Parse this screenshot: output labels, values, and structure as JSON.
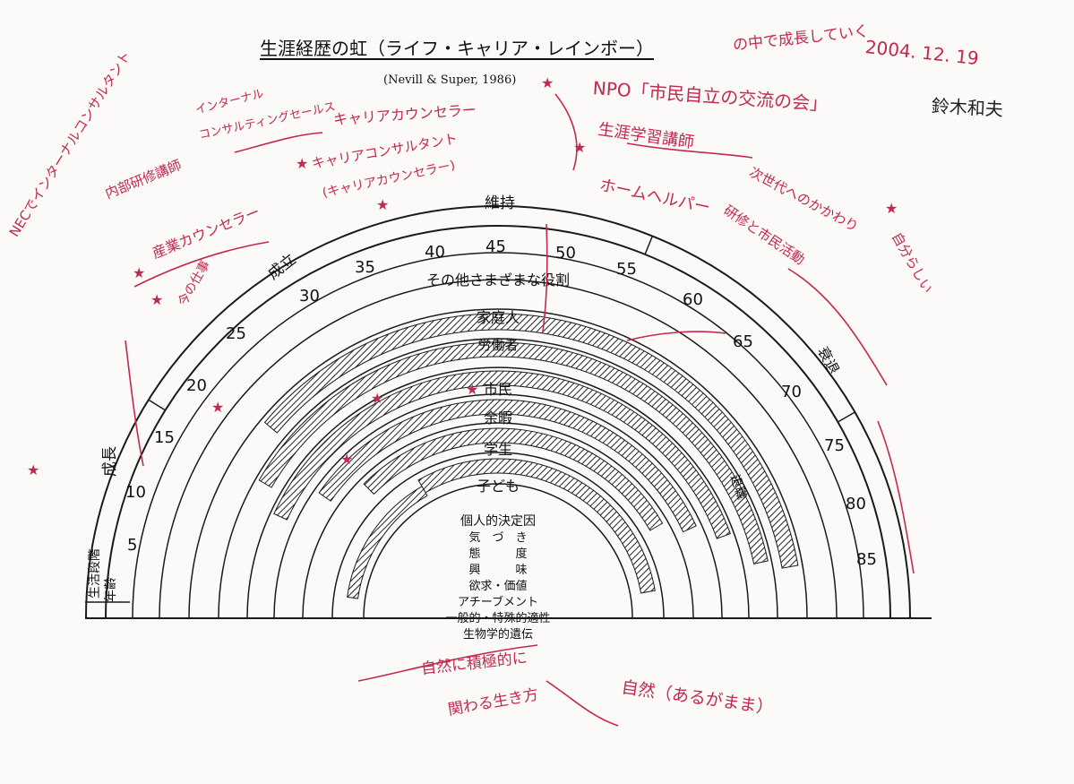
{
  "header": {
    "title": "生涯経歴の虹（ライフ・キャリア・レインボー）",
    "citation": "(Nevill & Super, 1986)"
  },
  "diagram": {
    "life_stages_label": "生活段階",
    "age_label": "年齢",
    "stages": [
      "成長",
      "成立",
      "維持",
      "衰退"
    ],
    "ages": [
      "5",
      "10",
      "15",
      "20",
      "25",
      "30",
      "35",
      "40",
      "45",
      "50",
      "55",
      "60",
      "65",
      "70",
      "75",
      "80",
      "85"
    ],
    "roles": [
      "その他さまざまな役割",
      "家庭人",
      "労働者",
      "市民",
      "余暇",
      "学生",
      "子ども"
    ],
    "retirement_label": "退職",
    "factors_title": "個人的決定因",
    "factors": [
      "気　づ　き",
      "態　　　度",
      "興　　　味",
      "欲求・価値",
      "アチーブメント",
      "一般的・特殊的適性",
      "生物学的遺伝"
    ]
  },
  "annotations": {
    "header_note": "の中で成長していく",
    "date": "2004. 12. 19",
    "author": "鈴木和夫",
    "notes": [
      "NPO「市民自立の交流の会」",
      "生涯学習講師",
      "キャリアカウンセラー",
      "コンサルティングセールス",
      "インターナル",
      "NECでインターナルコンサルタント",
      "内部研修講師",
      "キャリアコンサルタント",
      "(キャリアカウンセラー)",
      "産業カウンセラー",
      "ホームヘルパー",
      "次世代へのかかわり",
      "研修と市民活動",
      "今の仕事",
      "自分らしい",
      "自然（あるがまま）",
      "自然に積極的に",
      "関わる生き方"
    ]
  },
  "colors": {
    "ink": "#c4284e",
    "line": "#1a1a1a",
    "paper": "#fbfaf8"
  }
}
